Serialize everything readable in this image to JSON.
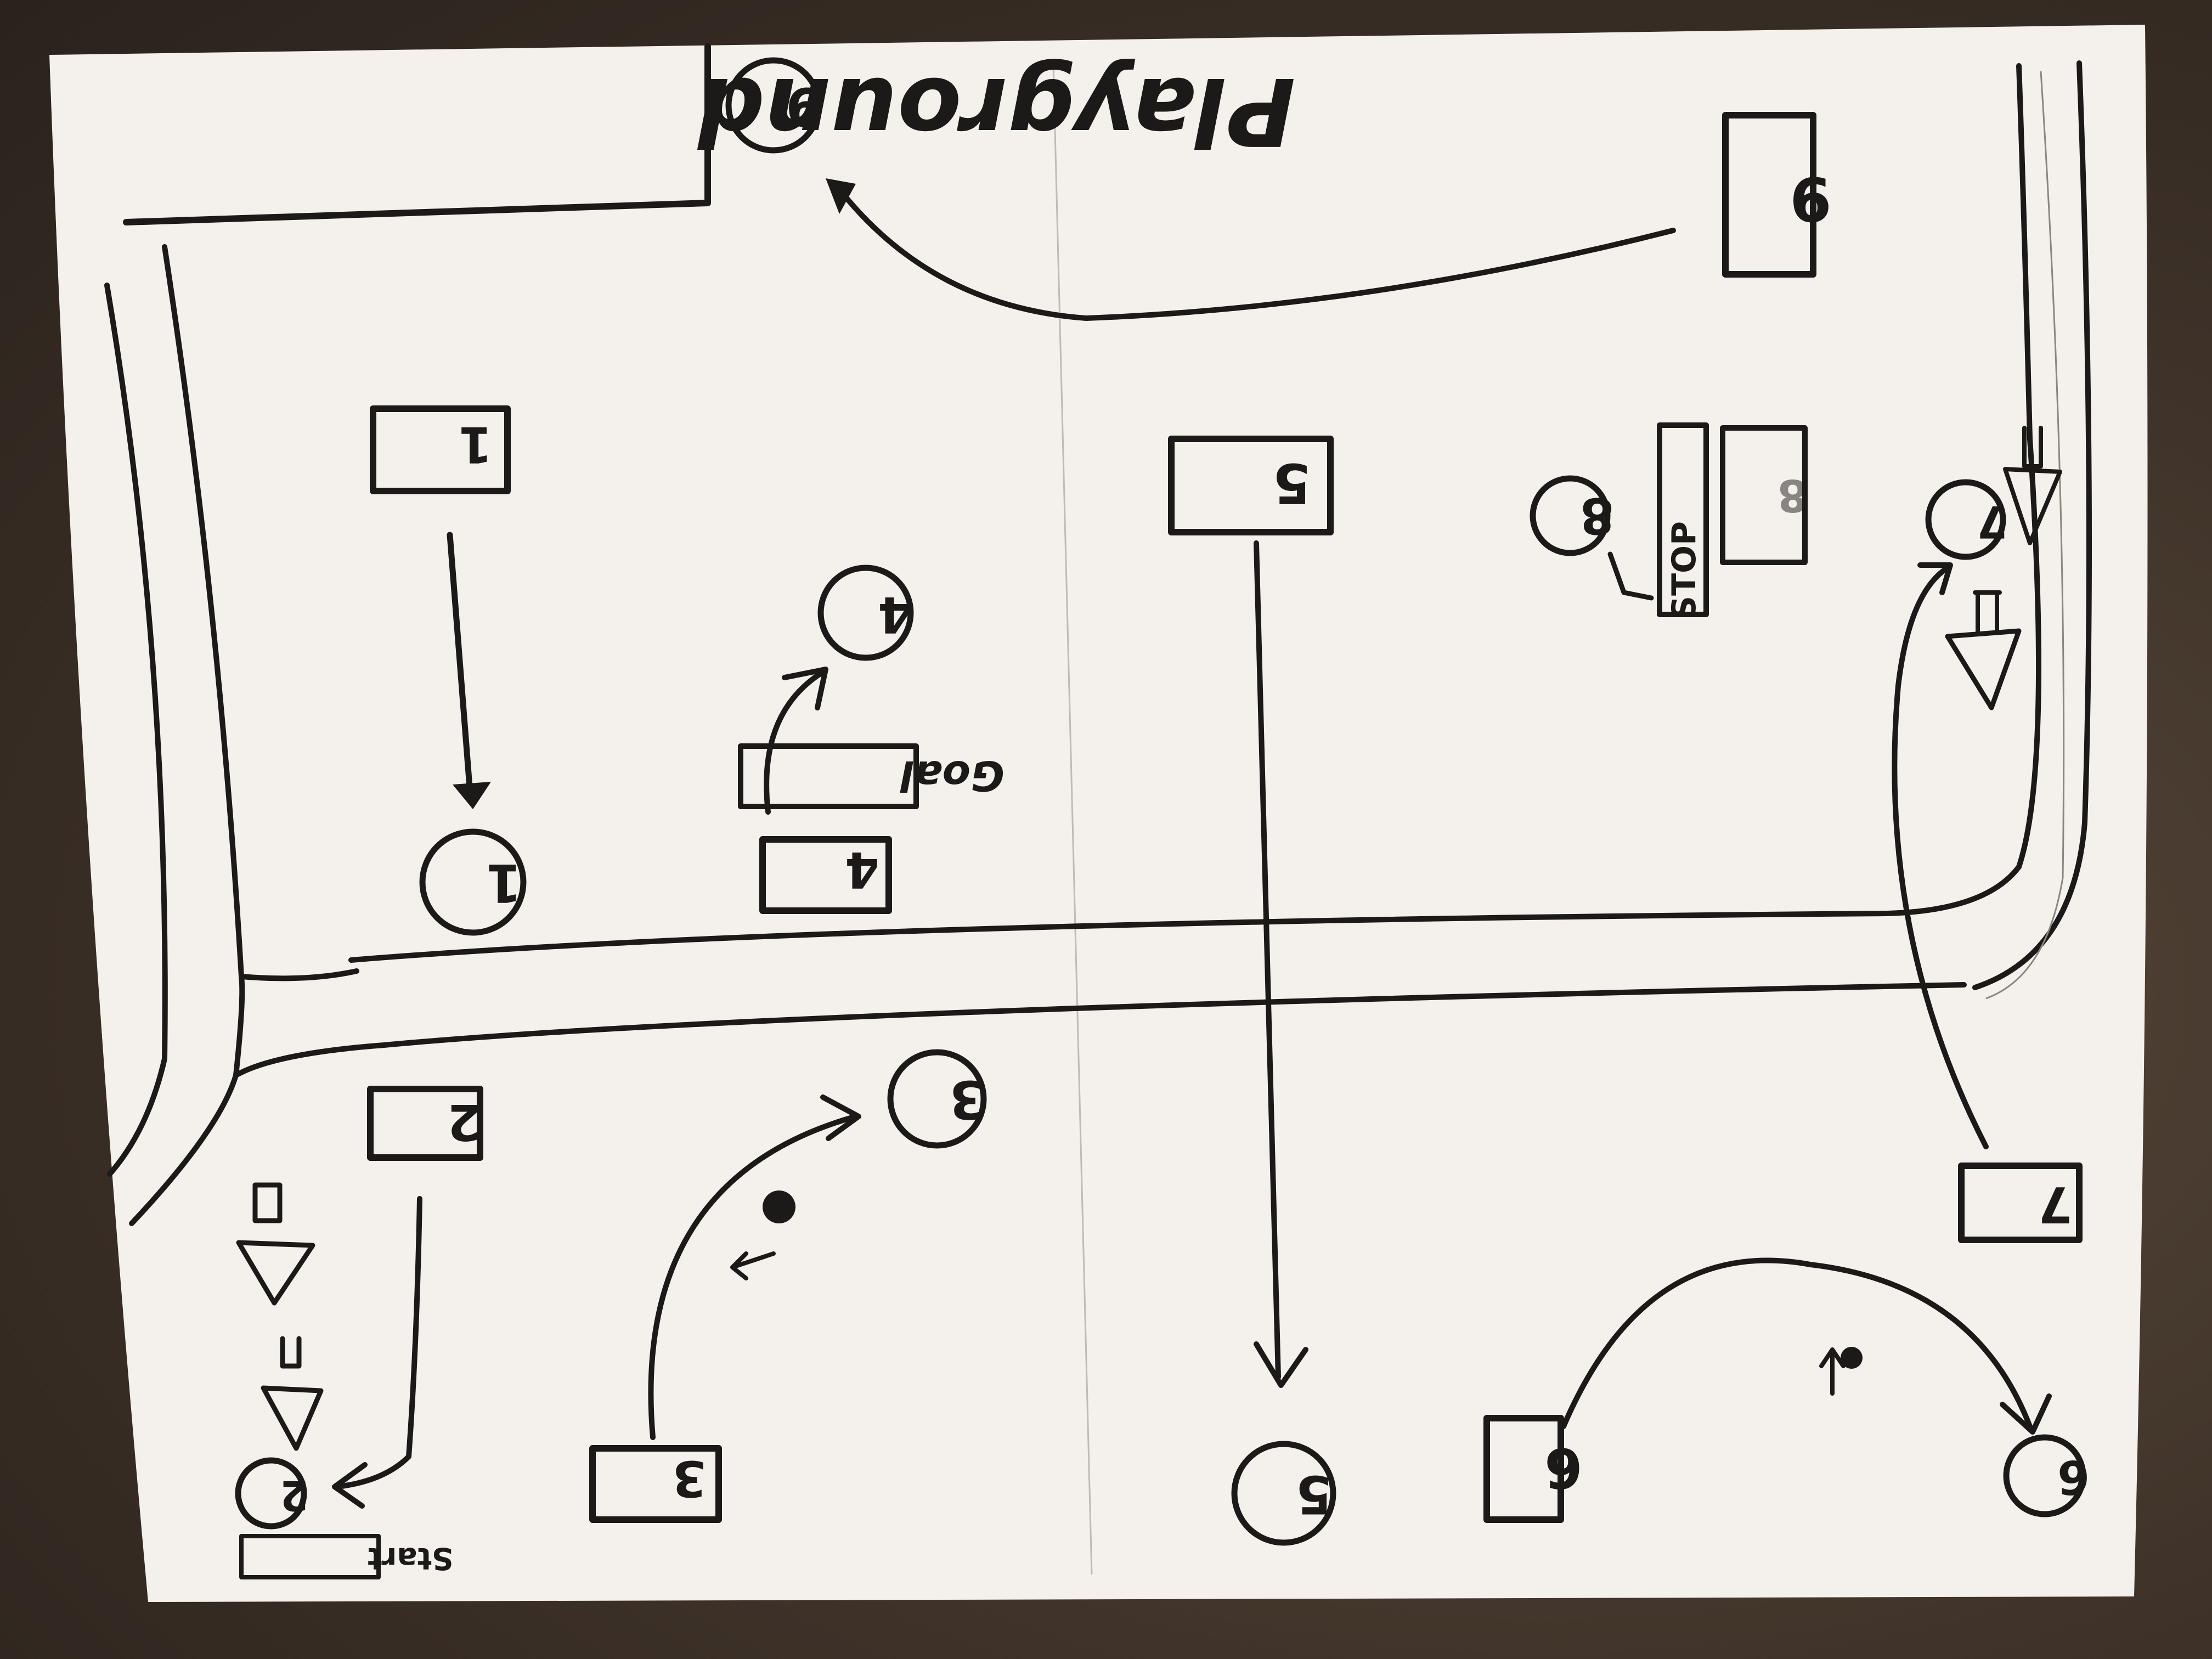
{
  "title": "Playground",
  "signs": [
    {
      "id": "1",
      "label": "1"
    },
    {
      "id": "2",
      "label": "2"
    },
    {
      "id": "3",
      "label": "3"
    },
    {
      "id": "4",
      "label": "4"
    },
    {
      "id": "5",
      "label": "5"
    },
    {
      "id": "6",
      "label": "6"
    },
    {
      "id": "7",
      "label": "7"
    },
    {
      "id": "9",
      "label": "9"
    }
  ],
  "stops": [
    {
      "id": "1",
      "label": "1"
    },
    {
      "id": "2",
      "label": "2"
    },
    {
      "id": "3",
      "label": "3"
    },
    {
      "id": "4",
      "label": "4"
    },
    {
      "id": "5",
      "label": "5"
    },
    {
      "id": "6",
      "label": "6"
    },
    {
      "id": "7",
      "label": "7"
    },
    {
      "id": "8",
      "label": "8"
    },
    {
      "id": "9",
      "label": "9"
    }
  ],
  "markers": {
    "goal_label": "Goal",
    "start_label": "Start",
    "sign8_letters": "STOP",
    "sign8_number": "8"
  }
}
